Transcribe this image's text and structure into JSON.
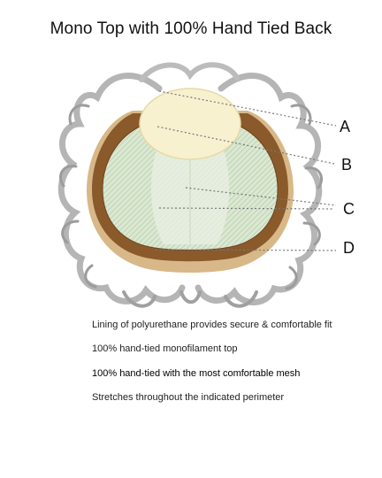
{
  "title": "Mono Top with 100% Hand Tied Back",
  "callouts": [
    "A",
    "B",
    "C",
    "D"
  ],
  "descriptions": [
    "Lining of polyurethane provides secure & comfortable fit",
    "100% hand-tied monofilament top",
    "100% hand-tied with the most comfortable mesh",
    "Stretches throughout the indicated perimeter"
  ],
  "colors": {
    "mono_top": "#f8f1cf",
    "mesh": "#dbe8d2",
    "lining": "#8a5a2b",
    "perimeter": "#d8b888",
    "hair": "#a8a8a8"
  }
}
